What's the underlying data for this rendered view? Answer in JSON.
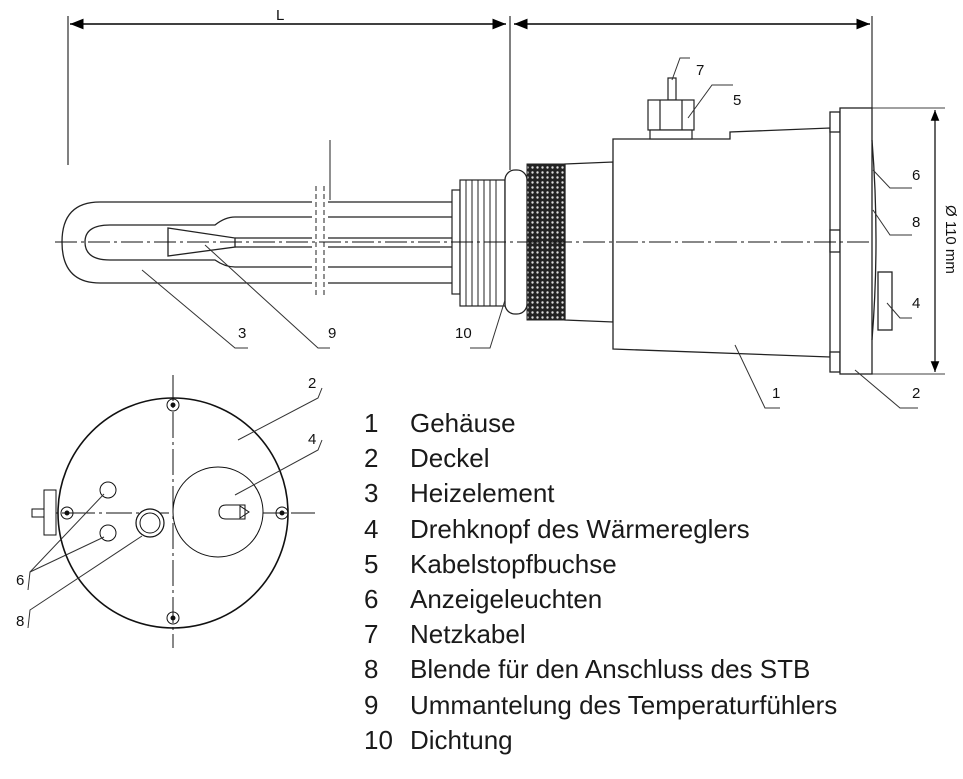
{
  "dimensions": {
    "length_label": "L",
    "diameter_label": "Ø 110 mm"
  },
  "callouts": {
    "side": [
      "7",
      "5",
      "6",
      "8",
      "4",
      "3",
      "9",
      "10",
      "1",
      "2"
    ],
    "front": [
      "2",
      "4",
      "6",
      "8"
    ]
  },
  "legend": [
    {
      "num": "1",
      "text": "Gehäuse"
    },
    {
      "num": "2",
      "text": "Deckel"
    },
    {
      "num": "3",
      "text": "Heizelement"
    },
    {
      "num": "4",
      "text": "Drehknopf des Wärmereglers"
    },
    {
      "num": "5",
      "text": "Kabelstopfbuchse"
    },
    {
      "num": "6",
      "text": "Anzeigeleuchten"
    },
    {
      "num": "7",
      "text": "Netzkabel"
    },
    {
      "num": "8",
      "text": "Blende für den Anschluss des STB"
    },
    {
      "num": "9",
      "text": "Ummantelung des Temperaturfühlers"
    },
    {
      "num": "10",
      "text": "Dichtung"
    }
  ]
}
